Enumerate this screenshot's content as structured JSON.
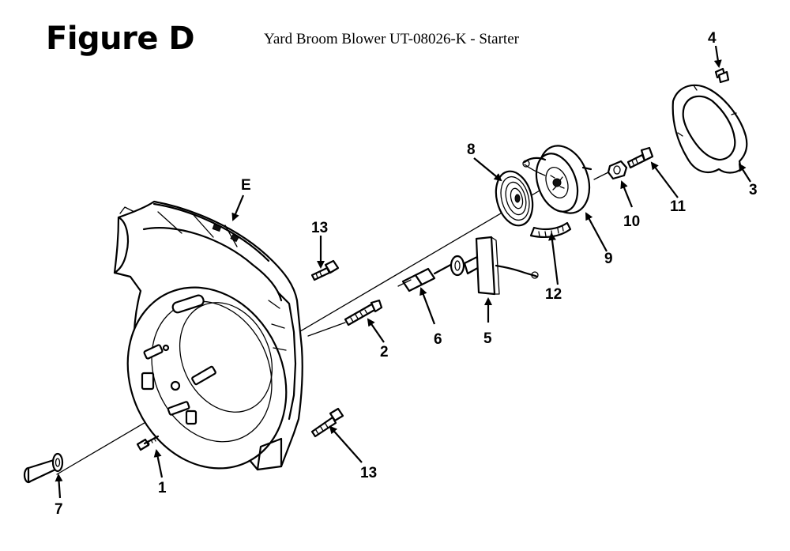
{
  "header": {
    "figure_title": "Figure D",
    "subtitle": "Yard Broom Blower UT-08026-K - Starter"
  },
  "callouts": {
    "p1": "1",
    "p2": "2",
    "p3": "3",
    "p4": "4",
    "p5": "5",
    "p6": "6",
    "p7": "7",
    "p8": "8",
    "p9": "9",
    "p10": "10",
    "p11": "11",
    "p12": "12",
    "p13a": "13",
    "p13b": "13",
    "pE": "E"
  }
}
